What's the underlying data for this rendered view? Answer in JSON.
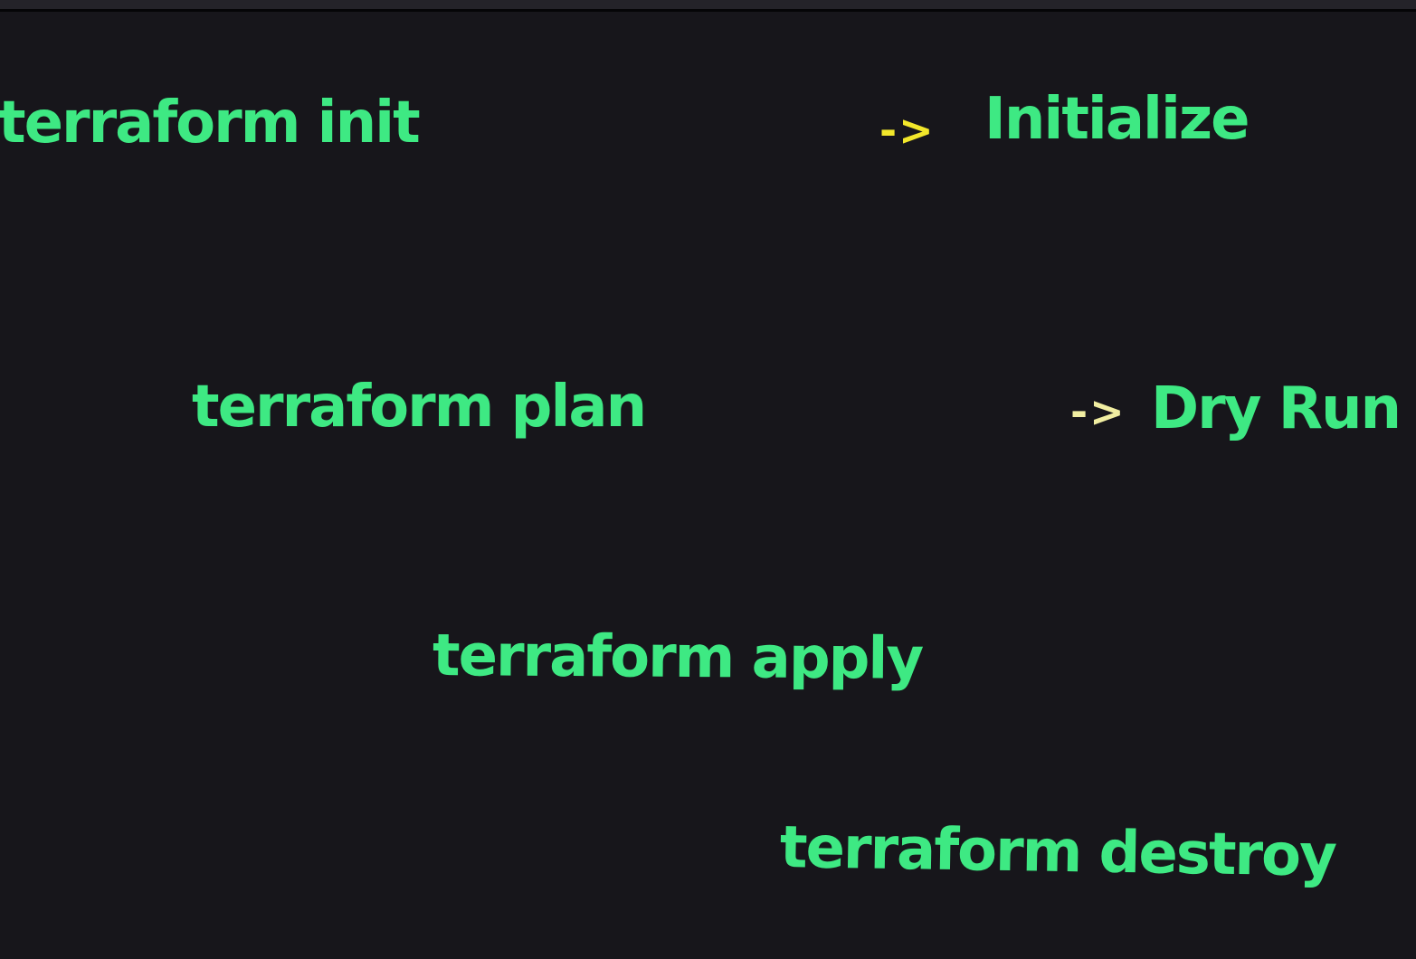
{
  "colors": {
    "background": "#17161b",
    "topbar": "#242329",
    "divider": "#050507",
    "command_green": "#3ee983",
    "arrow_bright": "#f2e72b",
    "arrow_pale": "#f1eea2"
  },
  "rows": [
    {
      "command": "terraform init",
      "arrow": "->",
      "description": "Initialize"
    },
    {
      "command": "terraform plan",
      "arrow": "->",
      "description": "Dry Run"
    },
    {
      "command": "terraform apply"
    },
    {
      "command": "terraform destroy"
    }
  ]
}
